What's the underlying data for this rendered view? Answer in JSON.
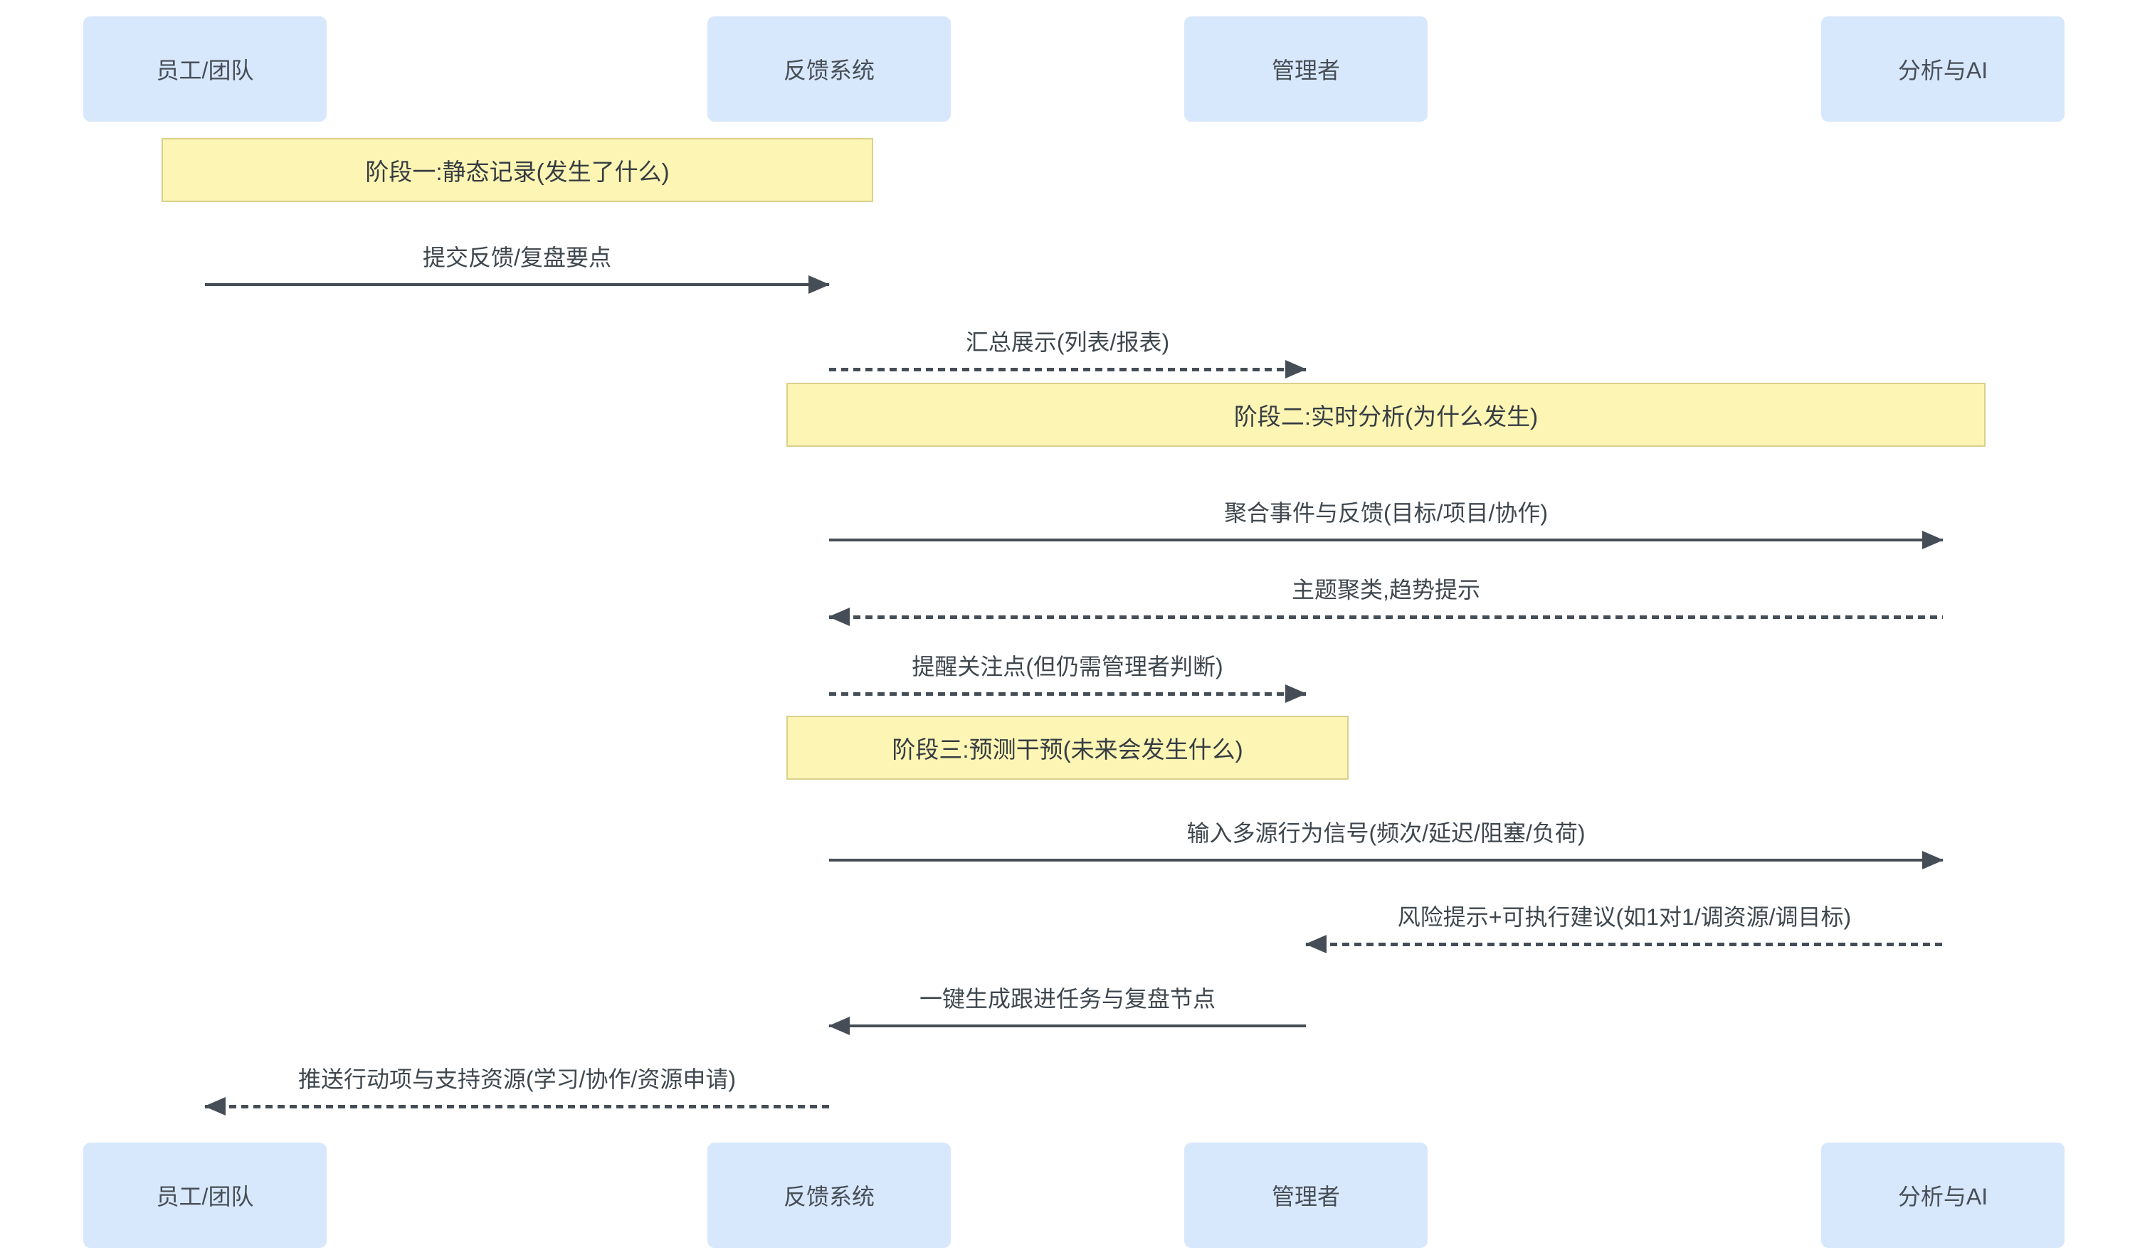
{
  "diagram": {
    "type": "sequence",
    "participants": [
      {
        "label": "员工/团队"
      },
      {
        "label": "反馈系统"
      },
      {
        "label": "管理者"
      },
      {
        "label": "分析与AI"
      }
    ],
    "phase_notes": [
      {
        "label": "阶段一:静态记录(发生了什么)",
        "over": [
          "员工/团队",
          "反馈系统"
        ]
      },
      {
        "label": "阶段二:实时分析(为什么发生)",
        "over": [
          "反馈系统",
          "分析与AI"
        ]
      },
      {
        "label": "阶段三:预测干预(未来会发生什么)",
        "over": [
          "反馈系统",
          "管理者"
        ]
      }
    ],
    "messages": [
      {
        "from": "员工/团队",
        "to": "反馈系统",
        "style": "solid",
        "label": "提交反馈/复盘要点"
      },
      {
        "from": "反馈系统",
        "to": "管理者",
        "style": "dotted",
        "label": "汇总展示(列表/报表)"
      },
      {
        "from": "反馈系统",
        "to": "分析与AI",
        "style": "solid",
        "label": "聚合事件与反馈(目标/项目/协作)"
      },
      {
        "from": "分析与AI",
        "to": "反馈系统",
        "style": "dotted",
        "label": "主题聚类,趋势提示"
      },
      {
        "from": "反馈系统",
        "to": "管理者",
        "style": "dotted",
        "label": "提醒关注点(但仍需管理者判断)"
      },
      {
        "from": "反馈系统",
        "to": "分析与AI",
        "style": "solid",
        "label": "输入多源行为信号(频次/延迟/阻塞/负荷)"
      },
      {
        "from": "分析与AI",
        "to": "管理者",
        "style": "dotted",
        "label": "风险提示+可执行建议(如1对1/调资源/调目标)"
      },
      {
        "from": "管理者",
        "to": "反馈系统",
        "style": "solid",
        "label": "一键生成跟进任务与复盘节点"
      },
      {
        "from": "反馈系统",
        "to": "员工/团队",
        "style": "dotted",
        "label": "推送行动项与支持资源(学习/协作/资源申请)"
      }
    ],
    "colors": {
      "participant_fill": "#d8e8fc",
      "note_fill": "#fcf5b4",
      "note_border": "#d9d08c",
      "line": "#454d56",
      "text": "#3f474e",
      "background": "#ffffff"
    }
  }
}
